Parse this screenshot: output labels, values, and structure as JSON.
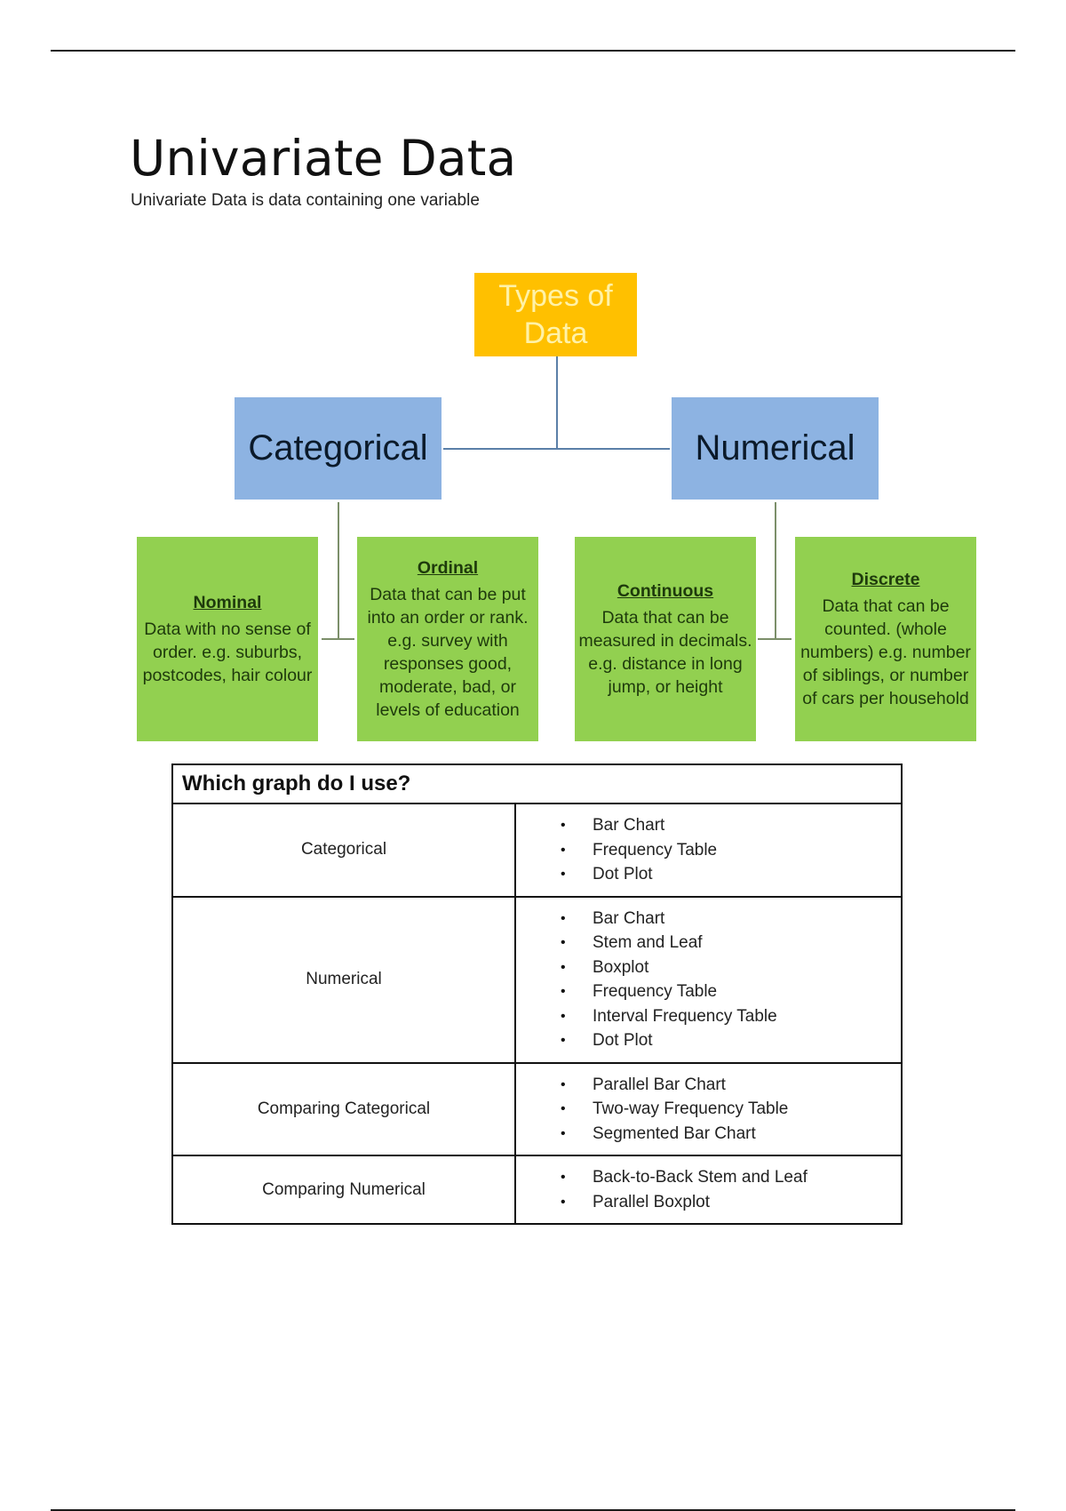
{
  "page": {
    "title": "Univariate Data",
    "subtitle": "Univariate Data is data containing one variable"
  },
  "diagram": {
    "root": {
      "line1": "Types of",
      "line2": "Data",
      "color": "#ffc000"
    },
    "branches": [
      {
        "label": "Categorical",
        "color": "#8db3e2",
        "children": [
          {
            "heading": "Nominal",
            "text": "Data with no sense of order. e.g. suburbs, postcodes, hair colour"
          },
          {
            "heading": "Ordinal",
            "text": "Data that can be put into an order or rank. e.g. survey with responses good, moderate, bad, or levels of education"
          }
        ]
      },
      {
        "label": "Numerical",
        "color": "#8db3e2",
        "children": [
          {
            "heading": "Continuous",
            "text": "Data that can be measured in decimals. e.g. distance in long jump, or height"
          },
          {
            "heading": "Discrete",
            "text": "Data that can be counted. (whole numbers) e.g. number of siblings, or number of cars per household"
          }
        ]
      }
    ],
    "leaf_color": "#92d050"
  },
  "table": {
    "header": "Which graph do I use?",
    "bullet_icon": "•",
    "rows": [
      {
        "type": "Categorical",
        "graphs": [
          "Bar Chart",
          "Frequency Table",
          "Dot Plot"
        ]
      },
      {
        "type": "Numerical",
        "graphs": [
          "Bar Chart",
          "Stem and Leaf",
          "Boxplot",
          "Frequency Table",
          "Interval Frequency Table",
          "Dot Plot"
        ]
      },
      {
        "type": "Comparing Categorical",
        "graphs": [
          "Parallel Bar Chart",
          "Two-way Frequency Table",
          "Segmented Bar Chart"
        ]
      },
      {
        "type": "Comparing Numerical",
        "graphs": [
          "Back-to-Back Stem and Leaf",
          "Parallel Boxplot"
        ]
      }
    ]
  }
}
